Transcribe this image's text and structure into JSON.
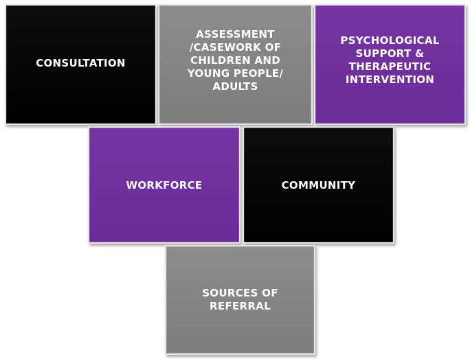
{
  "tiles": [
    {
      "label": "CONSULTATION",
      "color": "#000000"
    },
    {
      "label": "ASSESSMENT\n/CASEWORK OF\nCHILDREN AND\nYOUNG PEOPLE/\nADULTS",
      "color": "#808080"
    },
    {
      "label": "PSYCHOLOGICAL\nSUPPORT &\nTHERAPEUTIC\nINTERVENTION",
      "color": "#7030a0"
    },
    {
      "label": "WORKFORCE",
      "color": "#7030a0"
    },
    {
      "label": "COMMUNITY",
      "color": "#000000"
    },
    {
      "label": "SOURCES OF\nREFERRAL",
      "color": "#808080"
    }
  ]
}
